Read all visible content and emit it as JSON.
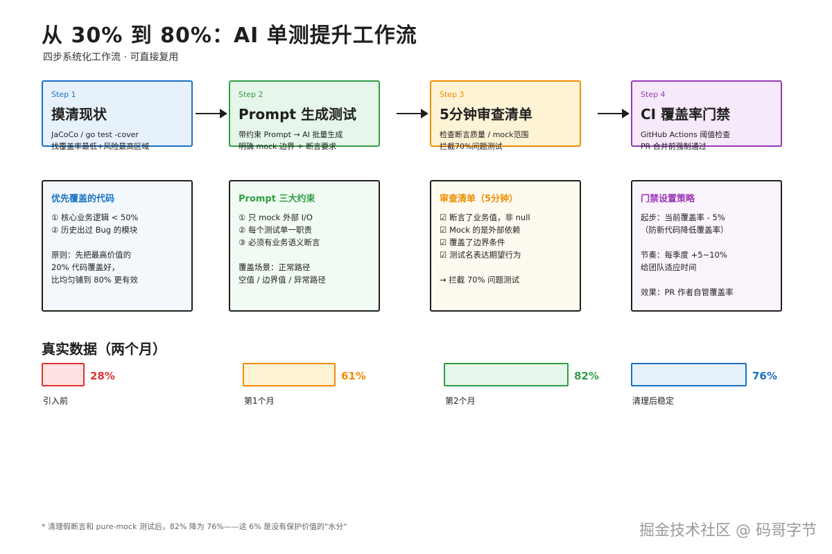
{
  "header": {
    "title": "从 30% 到 80%：AI 单测提升工作流",
    "subtitle": "四步系统化工作流 · 可直接复用"
  },
  "steps": [
    {
      "tag": "Step 1",
      "title": "摸清现状",
      "lines": [
        "JaCoCo / go test -cover",
        "找覆盖率最低+风险最高区域"
      ],
      "color": "#1971c2"
    },
    {
      "tag": "Step 2",
      "title": "Prompt 生成测试",
      "lines": [
        "带约束 Prompt → AI 批量生成",
        "明确 mock 边界 + 断言要求"
      ],
      "color": "#2f9e44"
    },
    {
      "tag": "Step 3",
      "title": "5分钟审查清单",
      "lines": [
        "检查断言质量 / mock范围",
        "拦截70%问题测试"
      ],
      "color": "#f08c00"
    },
    {
      "tag": "Step 4",
      "title": "CI 覆盖率门禁",
      "lines": [
        "GitHub Actions 阈值检查",
        "PR 合并前强制通过"
      ],
      "color": "#9c36b5"
    }
  ],
  "details": [
    {
      "title": "优先覆盖的代码",
      "lines": [
        "① 核心业务逻辑 < 50%",
        "② 历史出过 Bug 的模块",
        "",
        "原则：先把最高价值的",
        "20% 代码覆盖好，",
        "比均匀铺到 80% 更有效"
      ]
    },
    {
      "title": "Prompt 三大约束",
      "lines": [
        "① 只 mock 外部 I/O",
        "② 每个测试单一职责",
        "③ 必须有业务语义断言",
        "",
        "覆盖场景：正常路径",
        "空值 / 边界值 / 异常路径"
      ]
    },
    {
      "title": "审查清单（5分钟）",
      "lines": [
        "☑ 断言了业务值，非 null",
        "☑ Mock 的是外部依赖",
        "☑ 覆盖了边界条件",
        "☑ 测试名表达期望行为",
        "",
        "→ 拦截 70% 问题测试"
      ]
    },
    {
      "title": "门禁设置策略",
      "lines": [
        "起步：当前覆盖率 - 5%",
        "（防新代码降低覆盖率）",
        "",
        "节奏：每季度 +5~10%",
        "给团队适应时间",
        "",
        "效果：PR 作者自管覆盖率"
      ]
    }
  ],
  "results": {
    "title": "真实数据（两个月）",
    "items": [
      {
        "label": "引入前",
        "value": 28,
        "value_text": "28%",
        "color": "#e03131",
        "fill": "#ffe3e3"
      },
      {
        "label": "第1个月",
        "value": 61,
        "value_text": "61%",
        "color": "#f08c00",
        "fill": "#fff3d6"
      },
      {
        "label": "第2个月",
        "value": 82,
        "value_text": "82%",
        "color": "#2f9e44",
        "fill": "#e6f6ea"
      },
      {
        "label": "清理后稳定",
        "value": 76,
        "value_text": "76%",
        "color": "#1971c2",
        "fill": "#e7f1fc"
      }
    ]
  },
  "footnote": "* 清理假断言和 pure-mock 测试后，82% 降为 76%——这 6% 是没有保护价值的\"水分\"",
  "watermark": "掘金技术社区 @ 码哥字节"
}
